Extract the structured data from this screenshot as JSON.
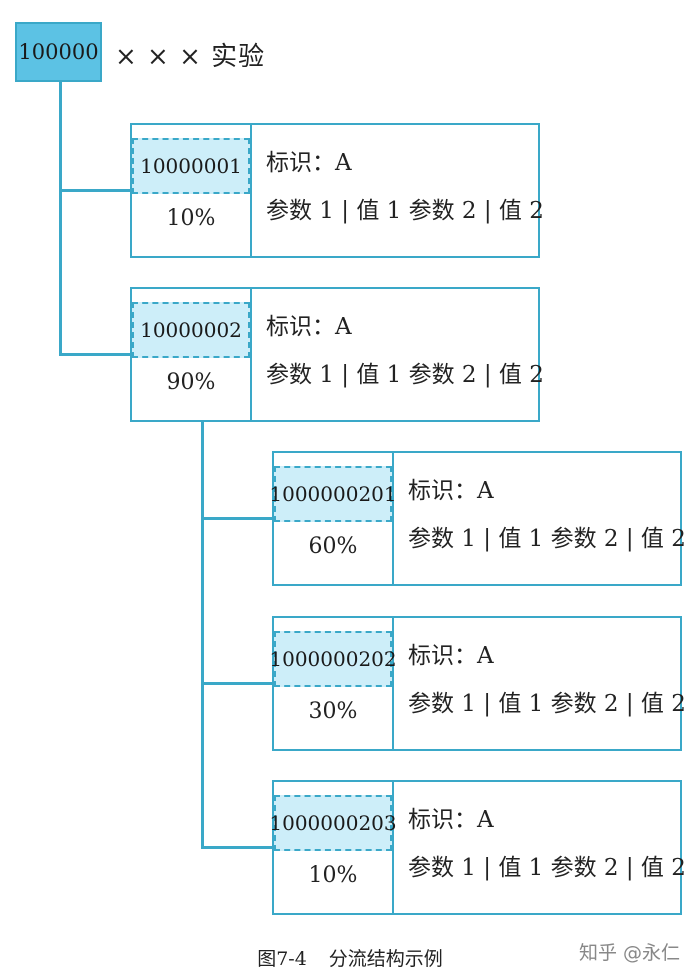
{
  "root": {
    "id": "100000",
    "title": "× × × 实验"
  },
  "nodes": [
    {
      "id": "10000001",
      "pct": "10%",
      "label": "标识：A",
      "params": "参数 1 | 值 1    参数 2 | 值 2"
    },
    {
      "id": "10000002",
      "pct": "90%",
      "label": "标识：A",
      "params": "参数 1 | 值 1    参数 2 | 值 2"
    },
    {
      "id": "1000000201",
      "pct": "60%",
      "label": "标识：A",
      "params": "参数 1 | 值 1    参数 2 | 值 2"
    },
    {
      "id": "1000000202",
      "pct": "30%",
      "label": "标识：A",
      "params": "参数 1 | 值 1    参数 2 | 值 2"
    },
    {
      "id": "1000000203",
      "pct": "10%",
      "label": "标识：A",
      "params": "参数 1 | 值 1    参数 2 | 值 2"
    }
  ],
  "caption": {
    "number": "图7-4",
    "text": "分流结构示例"
  },
  "watermark": "知乎 @永仁",
  "colors": {
    "line": "#3aa8c8",
    "root_fill": "#5cc2e4",
    "id_fill": "#cdeef9"
  }
}
